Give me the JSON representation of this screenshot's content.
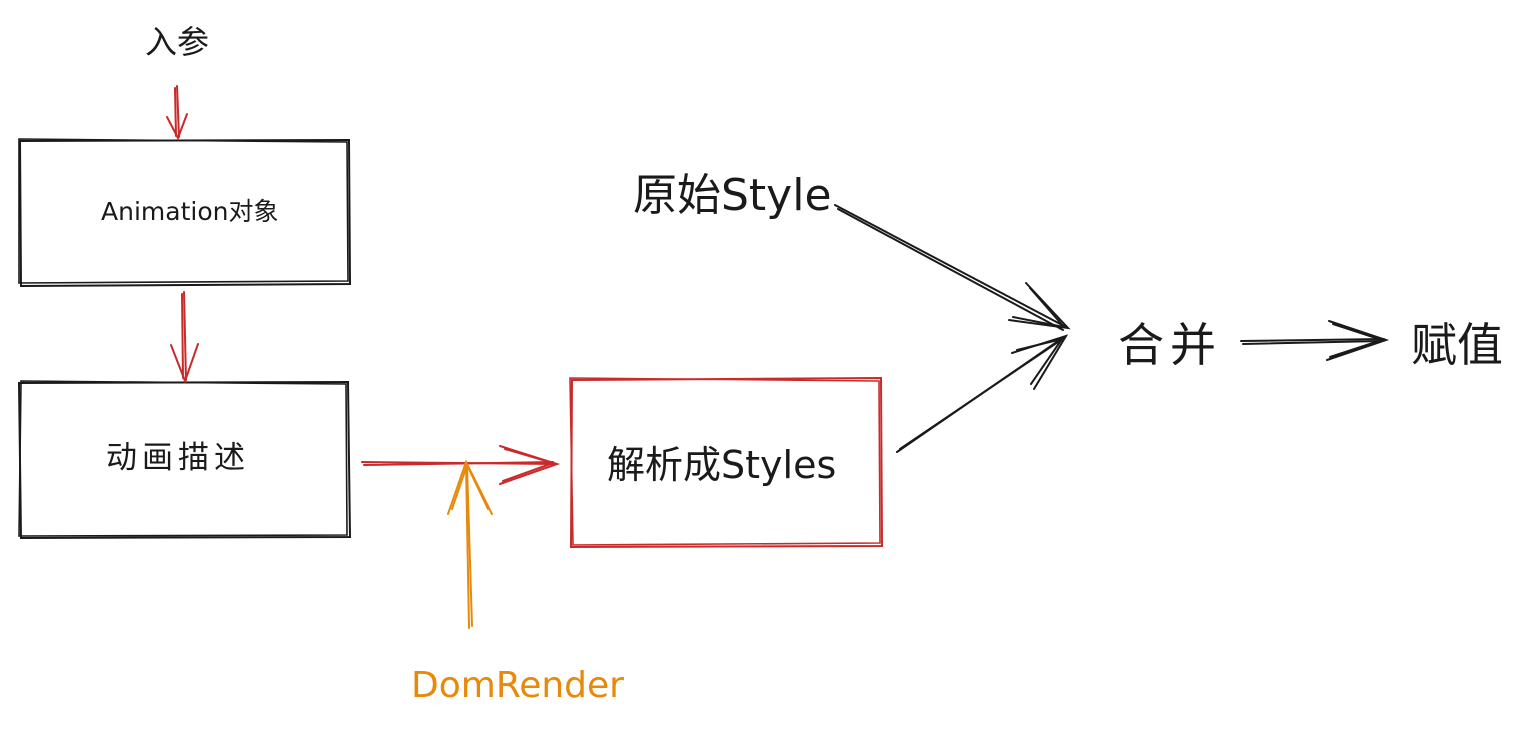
{
  "colors": {
    "ink": "#1a1a1a",
    "red": "#c92a2a",
    "orange": "#e8890c",
    "background": "#ffffff"
  },
  "nodes": {
    "input_label": "入参",
    "animation_object": "Animation对象",
    "animation_description": "动画描述",
    "parse_styles": "解析成Styles",
    "original_style": "原始Style",
    "merge": "合并",
    "assign": "赋值",
    "dom_render": "DomRender"
  }
}
